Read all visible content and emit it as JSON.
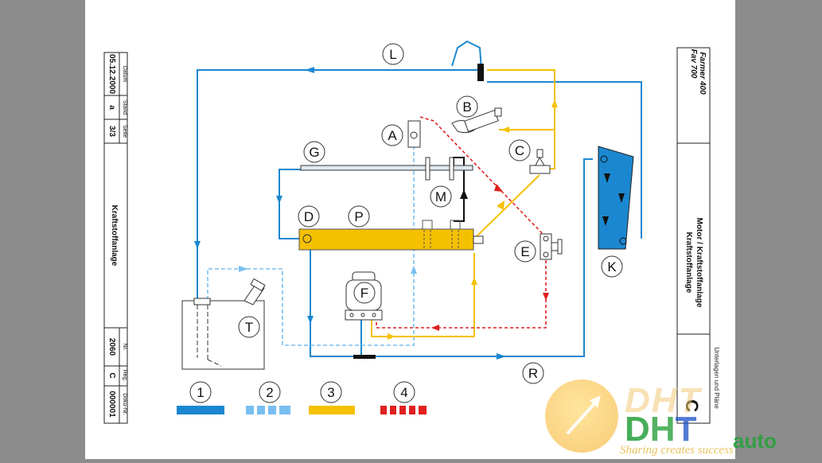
{
  "title_block": {
    "date_header": "Datum",
    "date_value": "05.12.2000",
    "stand_header": "Stand",
    "stand_value": "a",
    "page_header": "Seite",
    "page_value": "3/3",
    "title": "Kraftstoffanlage",
    "number_header": "Nr.",
    "number_value": "2060",
    "reg_header": "Reg.",
    "reg_value": "C",
    "doc_header": "Doku-Nr.",
    "doc_value": "000001"
  },
  "right_block": {
    "model_1": "Farmer 400",
    "model_2": "Fav 700",
    "subtitle": "Motor / Kraftstoffanlage",
    "title": "Kraftstoffanlage",
    "documents": "Unterlagen und Pläne",
    "letter": "C"
  },
  "labels": {
    "L": "L",
    "B": "B",
    "A": "A",
    "C": "C",
    "G": "G",
    "M": "M",
    "D": "D",
    "P": "P",
    "E": "E",
    "K": "K",
    "F": "F",
    "T": "T",
    "R": "R"
  },
  "legend": [
    {
      "label": "1",
      "color": "#1b87d0"
    },
    {
      "label": "2",
      "color": "#78bff0"
    },
    {
      "label": "3",
      "color": "#f5c000"
    },
    {
      "label": "4",
      "color": "#e02020"
    }
  ],
  "watermark": {
    "brand": "DHT auto",
    "slogan": "Sharing creates success"
  }
}
